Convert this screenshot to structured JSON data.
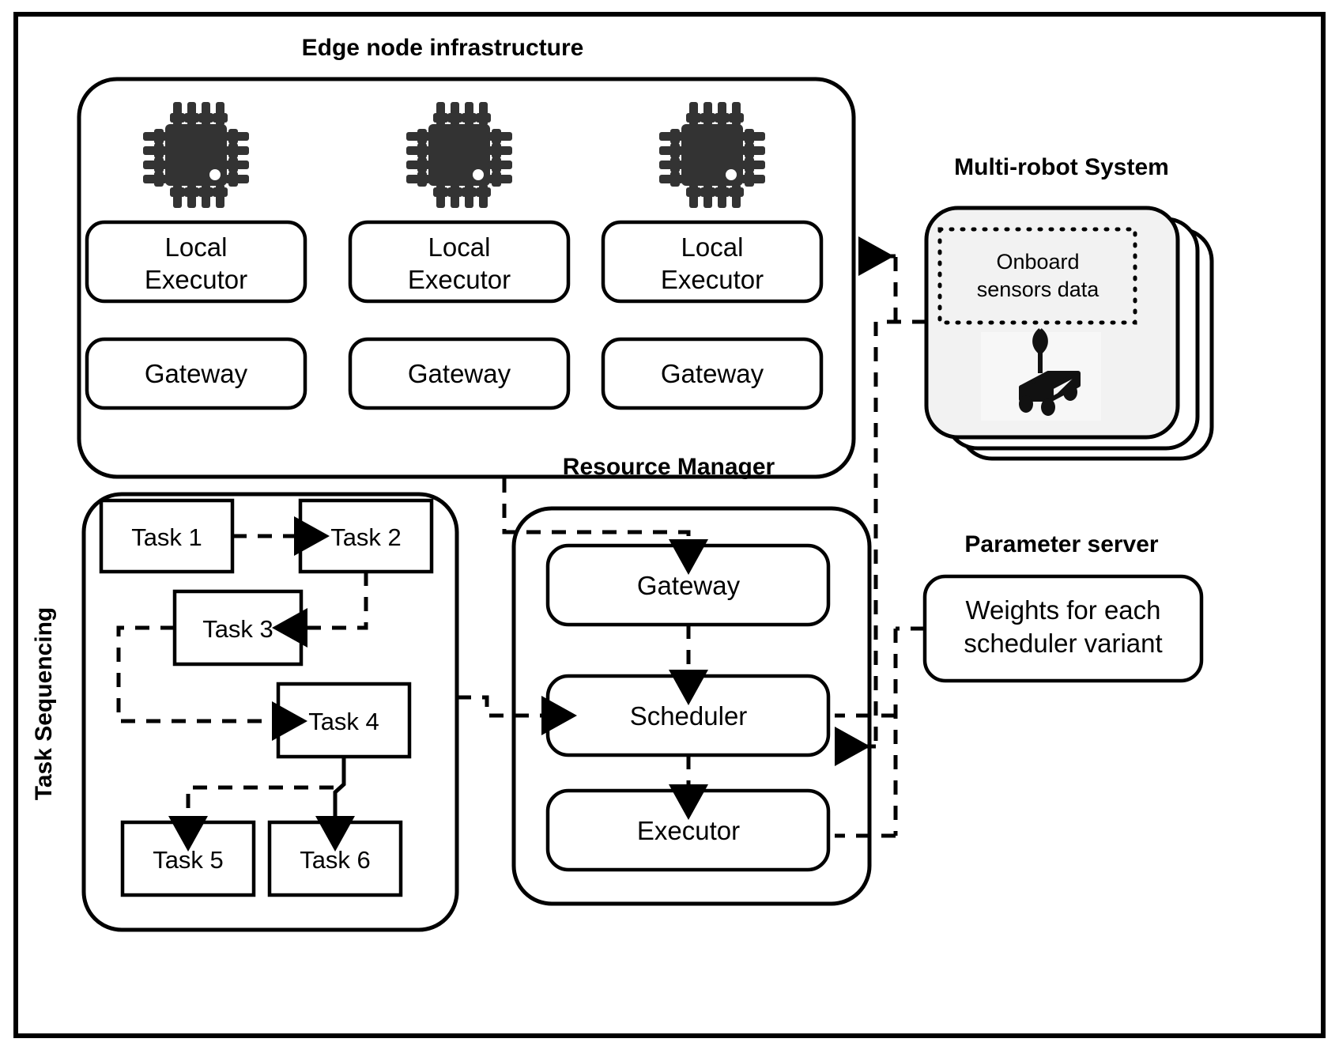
{
  "diagram": {
    "sections": {
      "edge_node": "Edge node infrastructure",
      "multi_robot": "Multi-robot System",
      "resource_manager": "Resource Manager",
      "parameter_server": "Parameter server",
      "task_sequencing": "Task Sequencing"
    },
    "edge_nodes": [
      {
        "chip": "cpu-chip-icon",
        "executor": "Local\nExecutor",
        "executor_line1": "Local",
        "executor_line2": "Executor",
        "gateway": "Gateway"
      },
      {
        "chip": "cpu-chip-icon",
        "executor": "Local\nExecutor",
        "executor_line1": "Local",
        "executor_line2": "Executor",
        "gateway": "Gateway"
      },
      {
        "chip": "cpu-chip-icon",
        "executor": "Local\nExecutor",
        "executor_line1": "Local",
        "executor_line2": "Executor",
        "gateway": "Gateway"
      }
    ],
    "multi_robot": {
      "sensor_box_line1": "Onboard",
      "sensor_box_line2": "sensors data",
      "robot_icon": "wheeled-robot-antenna-icon",
      "stack_count": 3
    },
    "resource_manager": {
      "stages": [
        {
          "label": "Gateway"
        },
        {
          "label": "Scheduler"
        },
        {
          "label": "Executor"
        }
      ]
    },
    "parameter_server": {
      "box_line1": "Weights for each",
      "box_line2": "scheduler variant"
    },
    "tasks": [
      {
        "id": "task-1",
        "label": "Task 1"
      },
      {
        "id": "task-2",
        "label": "Task 2"
      },
      {
        "id": "task-3",
        "label": "Task 3"
      },
      {
        "id": "task-4",
        "label": "Task 4"
      },
      {
        "id": "task-5",
        "label": "Task 5"
      },
      {
        "id": "task-6",
        "label": "Task 6"
      }
    ],
    "task_edges": [
      {
        "from": "task-1",
        "to": "task-2",
        "style": "dashed"
      },
      {
        "from": "task-2",
        "to": "task-3",
        "style": "dashed"
      },
      {
        "from": "task-3",
        "to": "task-4",
        "style": "dashed"
      },
      {
        "from": "task-4",
        "to": "task-5",
        "style": "dashed"
      },
      {
        "from": "task-4",
        "to": "task-6",
        "style": "solid"
      }
    ],
    "colors": {
      "stroke": "#000000",
      "background": "#ffffff",
      "chip_body": "#333333",
      "robot_card_fill": "#f2f2f2"
    }
  }
}
